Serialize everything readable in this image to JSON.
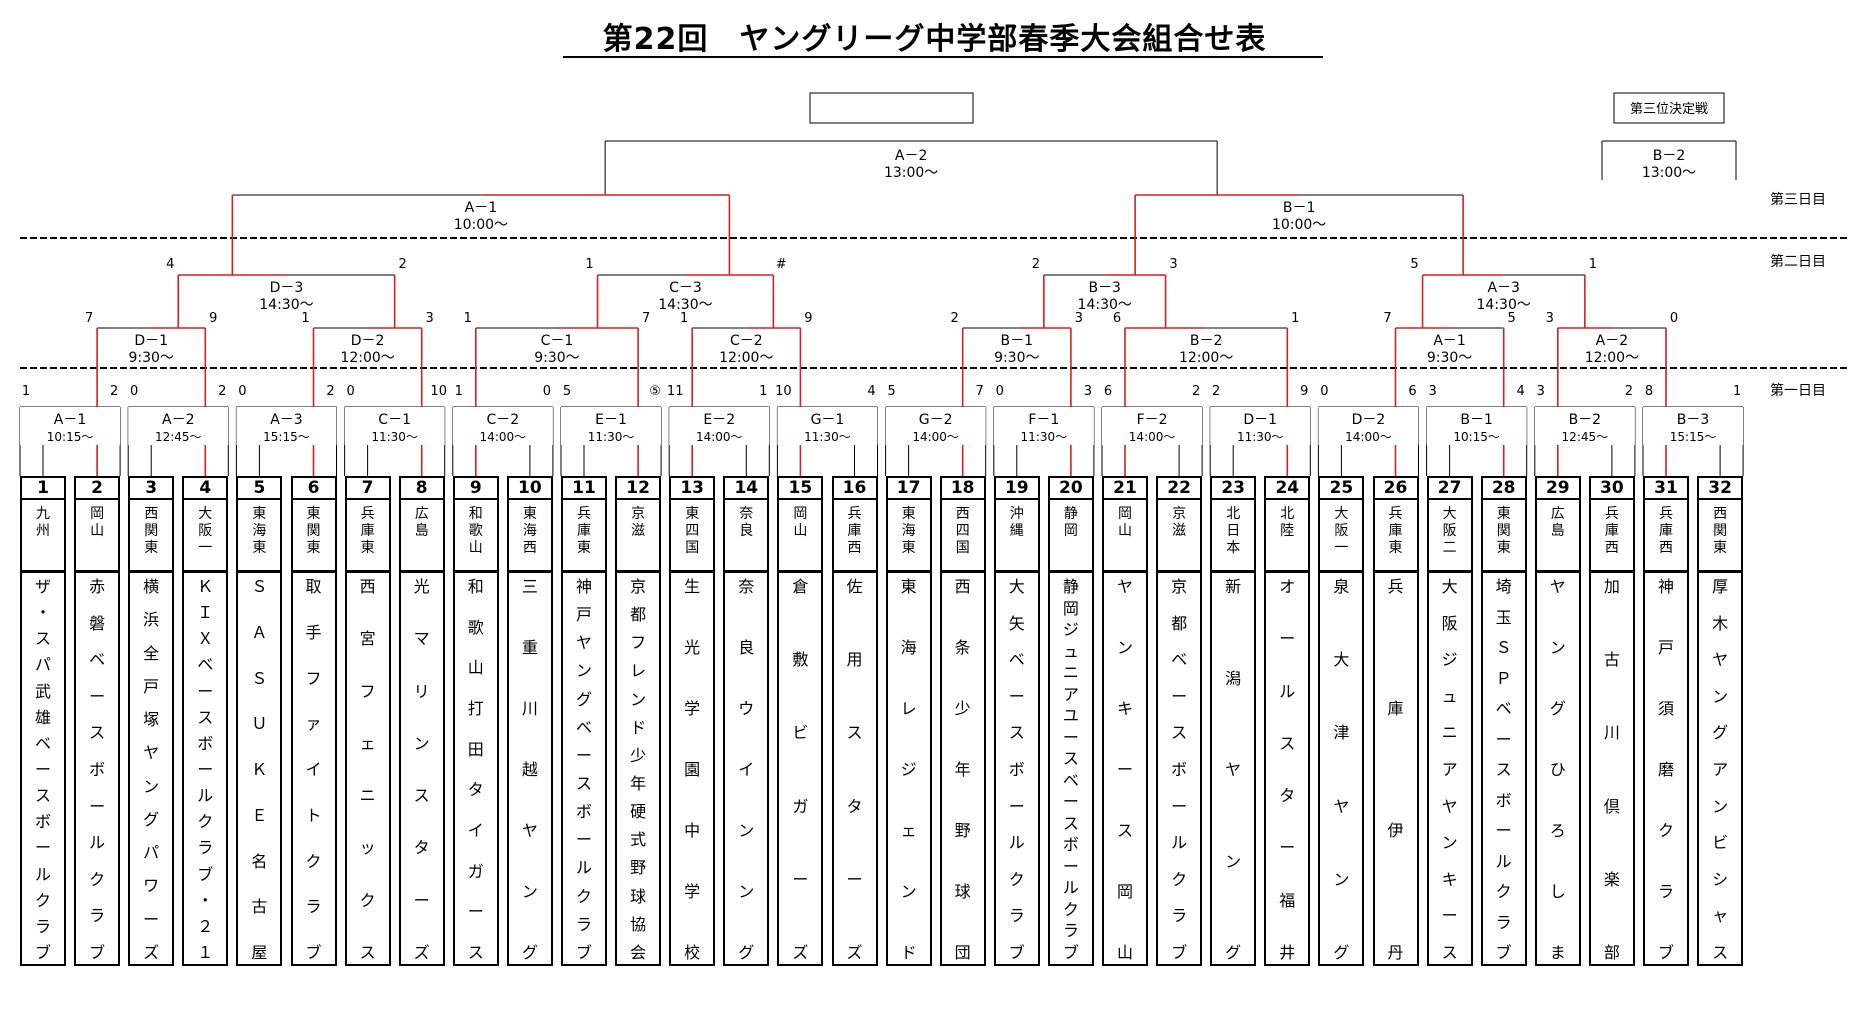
{
  "title": "第22回　ヤングリーグ中学部春季大会組合せ表",
  "third_place": {
    "label": "第三位決定戦",
    "match": "B－2",
    "time": "13:00～"
  },
  "day_labels": {
    "day3": "第三日目",
    "day2": "第二日目",
    "day1": "第一日目"
  },
  "final": {
    "match": "A－2",
    "time": "13:00～",
    "winner": ""
  },
  "semis": [
    {
      "match": "A－1",
      "time": "10:00～"
    },
    {
      "match": "B－1",
      "time": "10:00～"
    }
  ],
  "quarters": [
    {
      "match": "D－3",
      "time": "14:30～",
      "left_score": "4",
      "right_score": "2"
    },
    {
      "match": "C－3",
      "time": "14:30～",
      "left_score": "1",
      "right_score": "#"
    },
    {
      "match": "B－3",
      "time": "14:30～",
      "left_score": "2",
      "right_score": "3"
    },
    {
      "match": "A－3",
      "time": "14:30～",
      "left_score": "5",
      "right_score": "1"
    }
  ],
  "round16": [
    {
      "match": "D－1",
      "time": "9:30～",
      "left_score": "7",
      "right_score": "9"
    },
    {
      "match": "D－2",
      "time": "12:00～",
      "left_score": "1",
      "right_score": "3"
    },
    {
      "match": "C－1",
      "time": "9:30～",
      "left_score": "1",
      "right_score": "7"
    },
    {
      "match": "C－2",
      "time": "12:00～",
      "left_score": "1",
      "right_score": "9"
    },
    {
      "match": "B－1",
      "time": "9:30～",
      "left_score": "2",
      "right_score": "3"
    },
    {
      "match": "B－2",
      "time": "12:00～",
      "left_score": "6",
      "right_score": "1"
    },
    {
      "match": "A－1",
      "time": "9:30～",
      "left_score": "7",
      "right_score": "5"
    },
    {
      "match": "A－2",
      "time": "12:00～",
      "left_score": "3",
      "right_score": "0"
    }
  ],
  "round1": [
    {
      "match": "A－1",
      "time": "10:15～",
      "left_score": "1",
      "right_score": "2"
    },
    {
      "match": "A－2",
      "time": "12:45～",
      "left_score": "0",
      "right_score": "2"
    },
    {
      "match": "A－3",
      "time": "15:15～",
      "left_score": "0",
      "right_score": "2"
    },
    {
      "match": "C－1",
      "time": "11:30～",
      "left_score": "0",
      "right_score": "10"
    },
    {
      "match": "C－2",
      "time": "14:00～",
      "left_score": "1",
      "right_score": "0"
    },
    {
      "match": "E－1",
      "time": "11:30～",
      "left_score": "5",
      "right_score": "⑤"
    },
    {
      "match": "E－2",
      "time": "14:00～",
      "left_score": "11",
      "right_score": "1"
    },
    {
      "match": "G－1",
      "time": "11:30～",
      "left_score": "10",
      "right_score": "4"
    },
    {
      "match": "G－2",
      "time": "14:00～",
      "left_score": "5",
      "right_score": "7"
    },
    {
      "match": "F－1",
      "time": "11:30～",
      "left_score": "0",
      "right_score": "3"
    },
    {
      "match": "F－2",
      "time": "14:00～",
      "left_score": "6",
      "right_score": "2"
    },
    {
      "match": "D－1",
      "time": "11:30～",
      "left_score": "2",
      "right_score": "9"
    },
    {
      "match": "D－2",
      "time": "14:00～",
      "left_score": "0",
      "right_score": "6"
    },
    {
      "match": "B－1",
      "time": "10:15～",
      "left_score": "3",
      "right_score": "4"
    },
    {
      "match": "B－2",
      "time": "12:45～",
      "left_score": "3",
      "right_score": "2"
    },
    {
      "match": "B－3",
      "time": "15:15～",
      "left_score": "8",
      "right_score": "1"
    }
  ],
  "winners": {
    "round1": [
      "right",
      "right",
      "right",
      "right",
      "left",
      "right",
      "left",
      "left",
      "right",
      "right",
      "left",
      "right",
      "right",
      "right",
      "left",
      "left"
    ],
    "round16": [
      "right",
      "right",
      "right",
      "right",
      "right",
      "left",
      "left",
      "left"
    ],
    "quarters": [
      "left",
      "right",
      "right",
      "left"
    ],
    "semis": [
      "right",
      "left"
    ]
  },
  "teams": [
    {
      "no": "1",
      "region": "九州",
      "name": "ザ・スパ武雄ベースボールクラブ"
    },
    {
      "no": "2",
      "region": "岡山",
      "name": "赤磐ベースボールクラブ"
    },
    {
      "no": "3",
      "region": "西関東",
      "name": "横浜全戸塚ヤングパワーズ"
    },
    {
      "no": "4",
      "region": "大阪一",
      "name": "ＫＩＸベースボールクラブ・２１"
    },
    {
      "no": "5",
      "region": "東海東",
      "name": "ＳＡＳＵＫＥ名古屋"
    },
    {
      "no": "6",
      "region": "東関東",
      "name": "取手ファイトクラブ"
    },
    {
      "no": "7",
      "region": "兵庫東",
      "name": "西宮フェニックス"
    },
    {
      "no": "8",
      "region": "広島",
      "name": "光マリンスターズ"
    },
    {
      "no": "9",
      "region": "和歌山",
      "name": "和歌山打田タイガース"
    },
    {
      "no": "10",
      "region": "東海西",
      "name": "三重川越ヤング"
    },
    {
      "no": "11",
      "region": "兵庫東",
      "name": "神戸ヤングベースボールクラブ"
    },
    {
      "no": "12",
      "region": "京滋",
      "name": "京都フレンド少年硬式野球協会"
    },
    {
      "no": "13",
      "region": "東四国",
      "name": "生光学園中学校"
    },
    {
      "no": "14",
      "region": "奈良",
      "name": "奈良ウインング"
    },
    {
      "no": "15",
      "region": "岡山",
      "name": "倉敷ビガーズ"
    },
    {
      "no": "16",
      "region": "兵庫西",
      "name": "佐用スターズ"
    },
    {
      "no": "17",
      "region": "東海東",
      "name": "東海レジェンド"
    },
    {
      "no": "18",
      "region": "西四国",
      "name": "西条少年野球団"
    },
    {
      "no": "19",
      "region": "沖縄",
      "name": "大矢ベースボールクラブ"
    },
    {
      "no": "20",
      "region": "静岡",
      "name": "静岡ジュニアユースベースボールクラブ"
    },
    {
      "no": "21",
      "region": "岡山",
      "name": "ヤンキース岡山"
    },
    {
      "no": "22",
      "region": "京滋",
      "name": "京都ベースボールクラブ"
    },
    {
      "no": "23",
      "region": "北日本",
      "name": "新潟ヤング"
    },
    {
      "no": "24",
      "region": "北陸",
      "name": "オールスター福井"
    },
    {
      "no": "25",
      "region": "大阪一",
      "name": "泉大津ヤング"
    },
    {
      "no": "26",
      "region": "兵庫東",
      "name": "兵庫伊丹"
    },
    {
      "no": "27",
      "region": "大阪二",
      "name": "大阪ジュニアヤンキース"
    },
    {
      "no": "28",
      "region": "東関東",
      "name": "埼玉ＳＰベースボールクラブ"
    },
    {
      "no": "29",
      "region": "広島",
      "name": "ヤングひろしま"
    },
    {
      "no": "30",
      "region": "兵庫西",
      "name": "加古川倶楽部"
    },
    {
      "no": "31",
      "region": "兵庫西",
      "name": "神戸須磨クラブ"
    },
    {
      "no": "32",
      "region": "西関東",
      "name": "厚木ヤングアンビシャス"
    }
  ]
}
